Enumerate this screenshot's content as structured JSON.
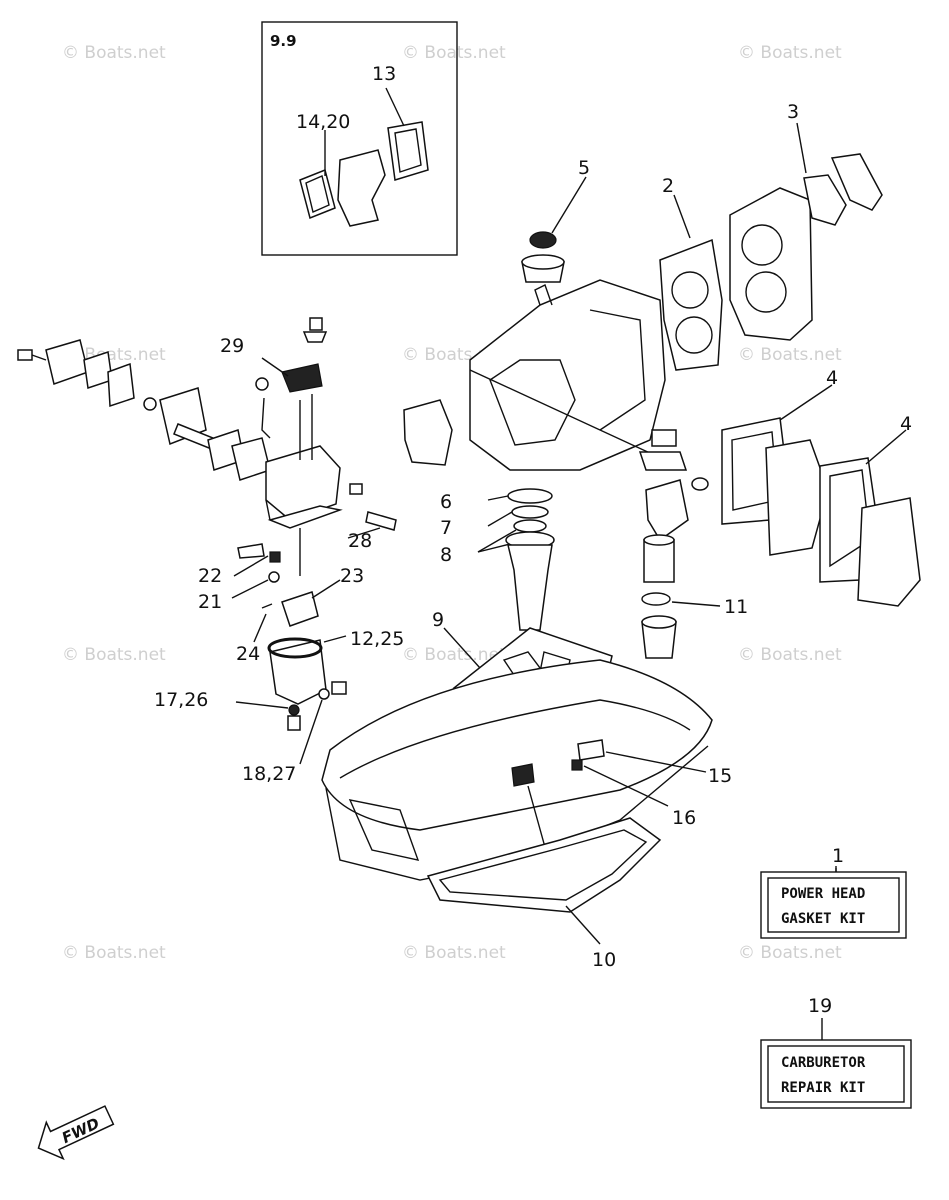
{
  "inset": {
    "label": "9.9"
  },
  "watermark": "© Boats.net",
  "callouts": {
    "c1": "1",
    "c2": "2",
    "c3": "3",
    "c4a": "4",
    "c4b": "4",
    "c5": "5",
    "c6": "6",
    "c7": "7",
    "c8": "8",
    "c9": "9",
    "c10": "10",
    "c11": "11",
    "c12_25": "12,25",
    "c13": "13",
    "c14_20": "14,20",
    "c15a": "15",
    "c15b": "15",
    "c16": "16",
    "c17_26": "17,26",
    "c18_27": "18,27",
    "c19": "19",
    "c21": "21",
    "c22": "22",
    "c23": "23",
    "c24": "24",
    "c28": "28",
    "c29": "29"
  },
  "kits": {
    "power_head": {
      "line1": "POWER HEAD",
      "line2": "GASKET KIT"
    },
    "carburetor": {
      "line1": "CARBURETOR",
      "line2": "REPAIR KIT"
    }
  },
  "fwd": {
    "label": "FWD"
  }
}
